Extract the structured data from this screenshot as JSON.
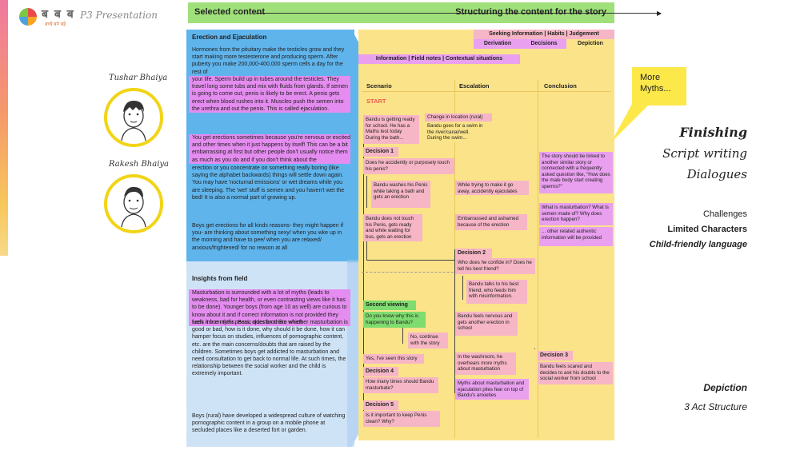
{
  "header": {
    "logo_text": "ब ब ब",
    "logo_sub": "बच्चे बने बड़े",
    "title": "P3 Presentation"
  },
  "people": [
    {
      "name": "Tushar Bhaiya"
    },
    {
      "name": "Rakesh Bhaiya"
    }
  ],
  "banner": {
    "left": "Selected content",
    "right": "Structuring the content for the story"
  },
  "left_column": {
    "h1": "Erection and Ejaculation",
    "p1a": "Hormones from the pituitary make the testicles grow and they start making more testesterone and producing sperm. After puberty you make 200,000-400,000 sperm cells a day for the rest of",
    "p1b": "your life. Sperm build up in tubes around the testicles. They travel long some tubs and mix with fluids from glands. If semen is going to come out, penis is likely to be erect. A penis gets erect when blood rushes into it. Muscles push the semen into the urethra and out the penis. This is called ejaculation.",
    "p2a": "You get erections sometimes because you're nervous or excited and other times when it just happens by itself! This can be a bit embarrassing at first but other people don't usually notice them as much as you do and if you don't think about the",
    "p2b": "erection or you concentrate on something really boring (like saying the alphabet backwards) things will settle down again. You may have 'nocturnal emissions' or wet dreams while you are sleeping. The 'wet' stuff is semen and you haven't wet the bed! It is also a normal part of growing up.",
    "p3": "Boys get erections for all kinds reasons- they might happen if you- are thinking about something sexy/ when you wke up in the morning and have to pee/ when you are relaxed/ anxious/frightened/ for no reason at all",
    "h2": "Insights from field",
    "p4a": "Masturbation is surrounded with a lot of myths (leads to weakness, bad for health, or even contrasting views like it has to be done). Younger boys (from age 10 as well) are curious to know about it and if correct information is not provided they seek it from their peers, older brothers which",
    "p4b": "fuels more myths. Basic questions like whether masturbation is good or bad, how is it done, why should it be done, how it can hamper focus on studies, influences of pornographic content, etc. are the main concerns/doubts that are raised by the children. Sometimes boys get addicted to masturbation and need consultation to get back to normal life. At such times, the relationship between the social worker and the child is extremely important.",
    "p5": "Boys (rural) have developed a widespread culture of watching pornographic content in a group on a mobile phone at secluded places like a deserted fort or garden."
  },
  "tags": {
    "seeking": "Seeking Information | Habits | Judgement",
    "derivation": "Derivation",
    "decisions": "Decisions",
    "depiction": "Depiction",
    "information": "Information  |  Field notes  |  Contextual situations"
  },
  "columns": {
    "scenario": "Scenario",
    "escalation": "Escalation",
    "conclusion": "Conclusion"
  },
  "start": "START",
  "stickies": {
    "s1": "Bandu is getting ready for school. He has a Maths test today During the bath...",
    "s2a": "Change in location (rural)",
    "s2b": "Bandu goes for a swim in the river/canal/well. During the swim...",
    "d1": "Decision 1",
    "d1q": "Does he accidently or purposely touch his penis?",
    "s3": "Bandu washes his Penis while taking a bath and gets an erection",
    "s4": "While trying to make it go away, accidently ejaculates",
    "s5": "Bandu does not touch his Penis, gets ready and while waiting for bus, gets an erection",
    "s6": "Embarrassed and ashamed because of the erection",
    "d2": "Decision 2",
    "d2q": "Who does he confide in? Does he tell his best friend?",
    "s7": "Bandu talks to his best friend, who feeds him with misinformation.",
    "sv": "Second viewing",
    "sv_q": "Do you know why this is happening to Bandu?",
    "s8": "Bandu feels nervous and gets another erection in school",
    "s9": "No, continue with the story",
    "s10": "Yes, I've seen this story",
    "s11": "In the washroom, he overhears more myths about masturbation",
    "d3": "Decision 3",
    "s12": "Bandu feels scared and decides to ask his doubts to the social worker from school",
    "d4": "Decision 4",
    "d4q": "How many times should Bandu masturbate?",
    "s13": "Myths about masturbation and ejaculation piles fear on top of Bandu's anxieties",
    "d5": "Decision 5",
    "d5q": "Is it important to keep Penis clean? Why?",
    "c1": "The story should be linked to another similar story or connected with a frequently asked question like, \"How does the male body start creating sperms?\"",
    "c2a": "What is masturbation? What is semen made of? Why does erection happen?",
    "c2b": "... other related authentic information will be provided"
  },
  "callout": "More Myths...",
  "right": {
    "finishing": "Finishing",
    "script": "Script writing",
    "dialogues": "Dialogues",
    "challenges": "Challenges",
    "limited": "Limited Characters",
    "childfriendly": "Child-friendly language",
    "depiction": "Depiction",
    "structure": "3 Act Structure"
  }
}
